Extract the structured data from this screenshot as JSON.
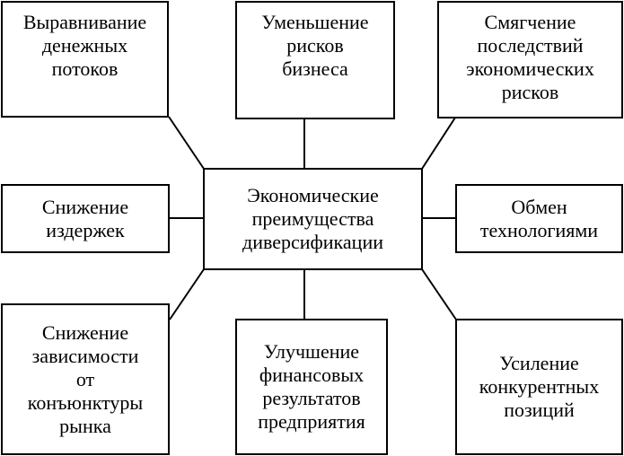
{
  "diagram": {
    "center": {
      "label": "Экономические\nпреимущества\nдиверсификации"
    },
    "nodes": {
      "top_left": {
        "label": "Выравнивание\nденежных\nпотоков"
      },
      "top_middle": {
        "label": "Уменьшение\nрисков\nбизнеса"
      },
      "top_right": {
        "label": "Смягчение\nпоследствий\nэкономических\nрисков"
      },
      "middle_left": {
        "label": "Снижение\nиздержек"
      },
      "middle_right": {
        "label": "Обмен\nтехнологиями"
      },
      "bottom_left": {
        "label": "Снижение\nзависимости\nот\nконъюнктуры\nрынка"
      },
      "bottom_middle": {
        "label": "Улучшение\nфинансовых\nрезультатов\nпредприятия"
      },
      "bottom_right": {
        "label": "Усиление\nконкурентных\nпозиций"
      }
    }
  }
}
